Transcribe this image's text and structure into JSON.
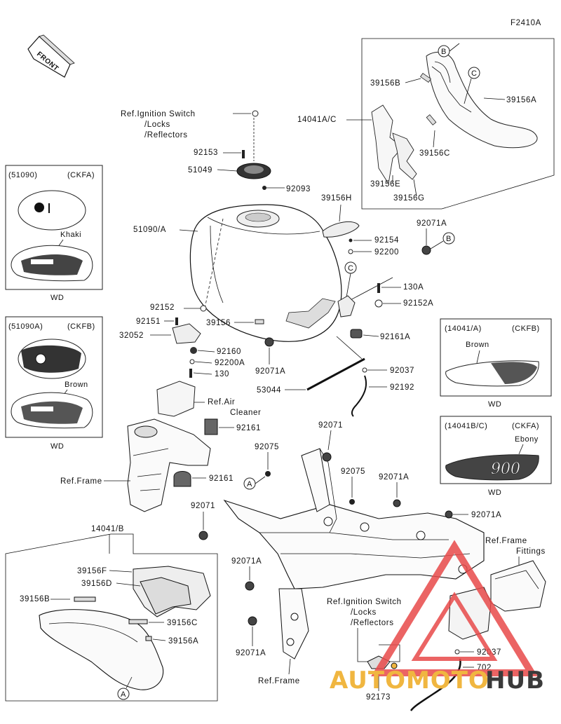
{
  "figure_code": "F2410A",
  "front_label": "FRONT",
  "insets": {
    "tank_khaki": {
      "part": "(51090)",
      "code": "(CKFA)",
      "color": "Khaki",
      "market": "WD"
    },
    "tank_brown": {
      "part": "(51090A)",
      "code": "(CKFB)",
      "color": "Brown",
      "market": "WD"
    },
    "cover_brown": {
      "part": "(14041/A)",
      "code": "(CKFB)",
      "color": "Brown",
      "market": "WD"
    },
    "cover_ebony": {
      "part": "(14041B/C)",
      "code": "(CKFA)",
      "color": "Ebony",
      "market": "WD"
    }
  },
  "refs": {
    "ignition_top_1": "Ref.Ignition Switch",
    "ignition_top_2": "/Locks",
    "ignition_top_3": "/Reflectors",
    "ignition_bottom_1": "Ref.Ignition Switch",
    "ignition_bottom_2": "/Locks",
    "ignition_bottom_3": "/Reflectors",
    "air_cleaner_1": "Ref.Air",
    "air_cleaner_2": "Cleaner",
    "frame_left": "Ref.Frame",
    "frame_bottom": "Ref.Frame",
    "frame_fittings_1": "Ref.Frame",
    "frame_fittings_2": "Fittings"
  },
  "parts": {
    "p14041AC": "14041A/C",
    "p39156B_top": "39156B",
    "p39156A_top": "39156A",
    "p39156C_top": "39156C",
    "p39156E": "39156E",
    "p39156G": "39156G",
    "p92153": "92153",
    "p51049": "51049",
    "p92093": "92093",
    "p39156H": "39156H",
    "p51090A": "51090/A",
    "p92154": "92154",
    "p92200": "92200",
    "p92071A_1": "92071A",
    "p130A": "130A",
    "p92152A": "92152A",
    "p92152": "92152",
    "p92151": "92151",
    "p39156": "39156",
    "p32052": "32052",
    "p92161A": "92161A",
    "p92160": "92160",
    "p92200A": "92200A",
    "p130": "130",
    "p92071A_2": "92071A",
    "p92037_1": "92037",
    "p53044": "53044",
    "p92192": "92192",
    "p92161_1": "92161",
    "p92071_1": "92071",
    "p92075_1": "92075",
    "p92075_2": "92075",
    "p92071A_3": "92071A",
    "p92161_2": "92161",
    "p92071_2": "92071",
    "p92071A_4": "92071A",
    "p14041B": "14041/B",
    "p39156F": "39156F",
    "p39156D": "39156D",
    "p39156B_bot": "39156B",
    "p39156C_bot": "39156C",
    "p39156A_bot": "39156A",
    "p92071A_5": "92071A",
    "p92071A_6": "92071A",
    "p92037_2": "92037",
    "p702": "702",
    "p92173": "92173"
  },
  "callouts": {
    "a": "A",
    "b": "B",
    "c": "C"
  },
  "watermark": {
    "part1": "AUTOMOTO",
    "part2": "HUB"
  },
  "colors": {
    "watermark_orange": "#f0b640",
    "watermark_red": "#e84a4a",
    "watermark_dark": "#3a3a3a"
  }
}
